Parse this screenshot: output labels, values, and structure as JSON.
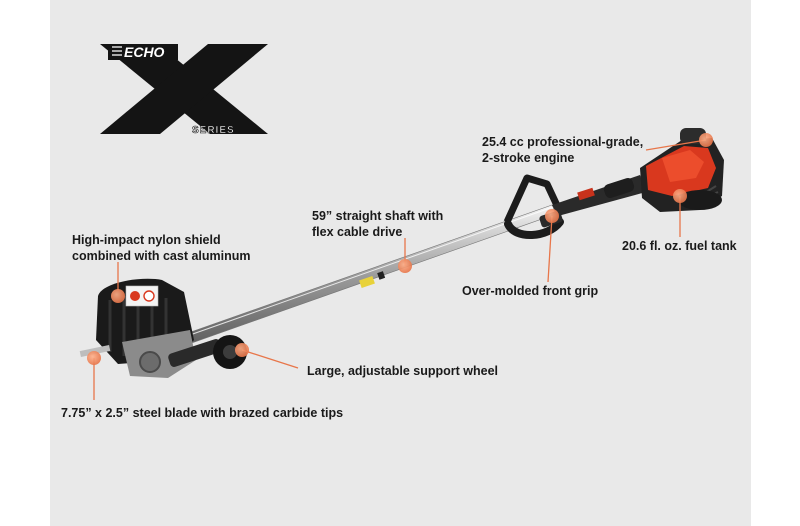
{
  "brand": {
    "logo_text": "ECHO",
    "series_text": "SERIES"
  },
  "callouts": {
    "engine": {
      "line1": "25.4 cc professional-grade,",
      "line2": "2-stroke engine"
    },
    "fuel_tank": "20.6 fl. oz. fuel tank",
    "shaft": {
      "line1": "59” straight shaft with",
      "line2": "flex cable drive"
    },
    "front_grip": "Over-molded front grip",
    "shield": {
      "line1": "High-impact nylon shield",
      "line2": "combined with cast aluminum"
    },
    "support_wheel": "Large, adjustable support wheel",
    "blade": "7.75” x 2.5” steel blade with brazed carbide tips"
  },
  "colors": {
    "panel": "#e9e9e9",
    "callout_dot": "#f08a5d",
    "leader_line": "#e8764a",
    "engine_red": "#d9381e"
  }
}
